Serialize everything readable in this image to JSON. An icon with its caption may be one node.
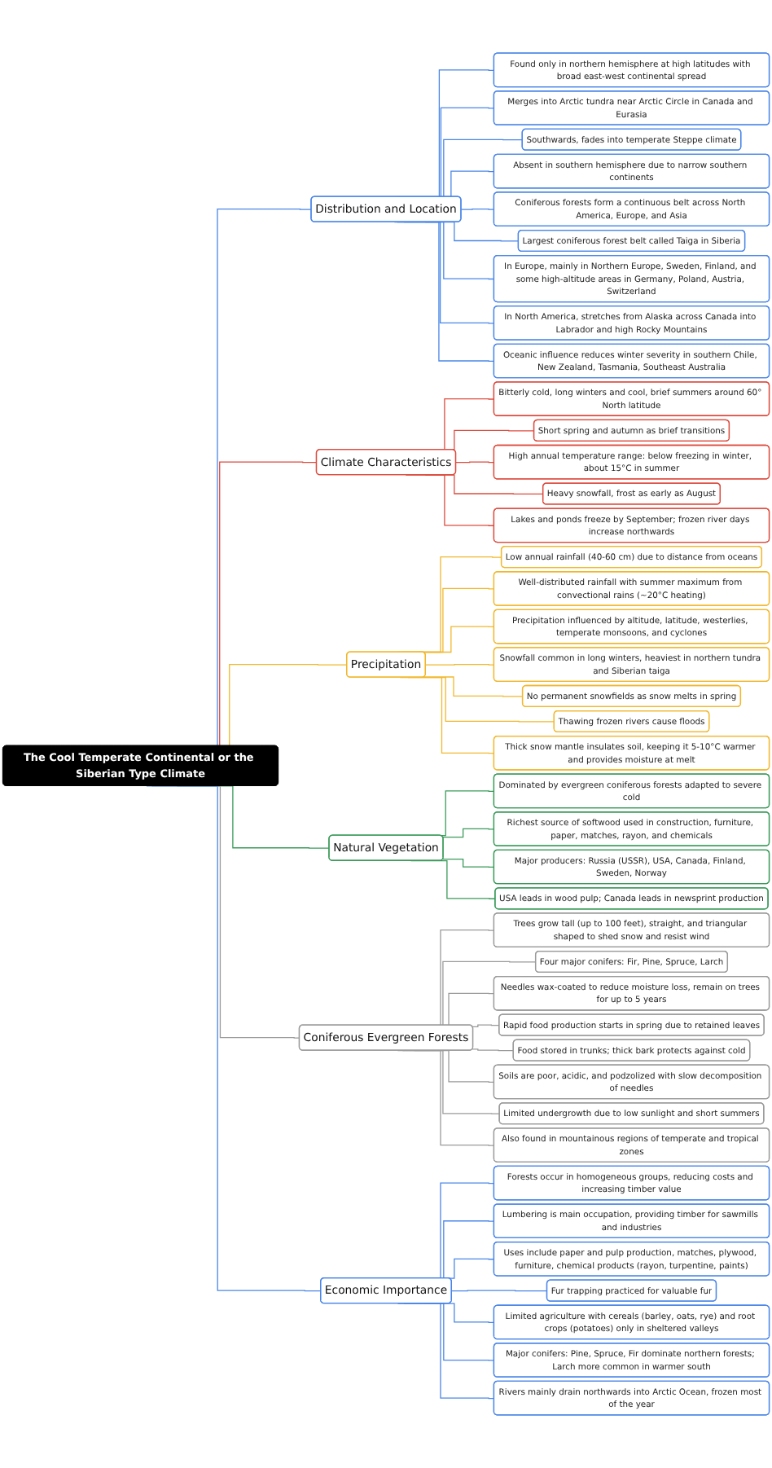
{
  "diagram": {
    "nodes": [
      {
        "text": [
          "The Cool Temperate Continental or the Siberian Type Climate"
        ]
      },
      {
        "text": [
          "Distribution and Location"
        ]
      },
      {
        "text": [
          "Found only in northern hemisphere at high latitudes with broad east-west continental spread"
        ]
      },
      {
        "text": [
          "Merges into Arctic tundra near Arctic Circle in Canada and Eurasia"
        ]
      },
      {
        "text": [
          "Southwards, fades into temperate Steppe climate"
        ]
      },
      {
        "text": [
          "Absent in southern hemisphere due to narrow southern continents"
        ]
      },
      {
        "text": [
          "Coniferous forests form a continuous belt across North America, Europe, and Asia"
        ]
      },
      {
        "text": [
          "Largest coniferous forest belt called Taiga in Siberia"
        ]
      },
      {
        "text": [
          "In Europe, mainly in Northern Europe, Sweden, Finland, and some high-altitude areas in Germany, Poland, Austria, Switzerland"
        ]
      },
      {
        "text": [
          "In North America, stretches from Alaska across Canada into Labrador and high Rocky Mountains"
        ]
      },
      {
        "text": [
          "Oceanic influence reduces winter severity in southern Chile, New Zealand, Tasmania, Southeast Australia"
        ]
      },
      {
        "text": [
          "Climate Characteristics"
        ]
      },
      {
        "text": [
          "Bitterly cold, long winters and cool, brief summers around 60° North latitude"
        ]
      },
      {
        "text": [
          "Short spring and autumn as brief transitions"
        ]
      },
      {
        "text": [
          "High annual temperature range: below freezing in winter, about 15°C in summer"
        ]
      },
      {
        "text": [
          "Heavy snowfall, frost as early as August"
        ]
      },
      {
        "text": [
          "Lakes and ponds freeze by September; frozen river days increase northwards"
        ]
      },
      {
        "text": [
          "Precipitation"
        ]
      },
      {
        "text": [
          "Low annual rainfall (40-60 cm) due to distance from oceans"
        ]
      },
      {
        "text": [
          "Well-distributed rainfall with summer maximum from convectional rains (~20°C heating)"
        ]
      },
      {
        "text": [
          "Precipitation influenced by altitude, latitude, westerlies, temperate monsoons, and cyclones"
        ]
      },
      {
        "text": [
          "Snowfall common in long winters, heaviest in northern tundra and Siberian taiga"
        ]
      },
      {
        "text": [
          "No permanent snowfields as snow melts in spring"
        ]
      },
      {
        "text": [
          "Thawing frozen rivers cause floods"
        ]
      },
      {
        "text": [
          "Thick snow mantle insulates soil, keeping it 5-10°C warmer and provides moisture at melt"
        ]
      },
      {
        "text": [
          "Natural Vegetation"
        ]
      },
      {
        "text": [
          "Dominated by evergreen coniferous forests adapted to severe cold"
        ]
      },
      {
        "text": [
          "Richest source of softwood used in construction, furniture, paper, matches, rayon, and chemicals"
        ]
      },
      {
        "text": [
          "Major producers: Russia (USSR), USA, Canada, Finland, Sweden, Norway"
        ]
      },
      {
        "text": [
          "USA leads in wood pulp; Canada leads in newsprint production"
        ]
      },
      {
        "text": [
          "Coniferous Evergreen Forests"
        ]
      },
      {
        "text": [
          "Trees grow tall (up to 100 feet), straight, and triangular shaped to shed snow and resist wind"
        ]
      },
      {
        "text": [
          "Four major conifers: Fir, Pine, Spruce, Larch"
        ]
      },
      {
        "text": [
          "Needles wax-coated to reduce moisture loss, remain on trees for up to 5 years"
        ]
      },
      {
        "text": [
          "Rapid food production starts in spring due to retained leaves"
        ]
      },
      {
        "text": [
          "Food stored in trunks; thick bark protects against cold"
        ]
      },
      {
        "text": [
          "Soils are poor, acidic, and podzolized with slow decomposition of needles"
        ]
      },
      {
        "text": [
          "Limited undergrowth due to low sunlight and short summers"
        ]
      },
      {
        "text": [
          "Also found in mountainous regions of temperate and tropical zones"
        ]
      },
      {
        "text": [
          "Economic Importance"
        ]
      },
      {
        "text": [
          "Forests occur in homogeneous groups, reducing costs and increasing timber value"
        ]
      },
      {
        "text": [
          "Lumbering is main occupation, providing timber for sawmills and industries"
        ]
      },
      {
        "text": [
          "Uses include paper and pulp production, matches, plywood, furniture, chemical products (rayon, turpentine, paints)"
        ]
      },
      {
        "text": [
          "Fur trapping practiced for valuable fur"
        ]
      },
      {
        "text": [
          "Limited agriculture with cereals (barley, oats, rye) and root crops (potatoes) only in sheltered valleys"
        ]
      },
      {
        "text": [
          "Major conifers: Pine, Spruce, Fir dominate northern forests; Larch more common in warmer south"
        ]
      },
      {
        "text": [
          "Rivers mainly drain northwards into Arctic Ocean, frozen most of the year"
        ]
      }
    ],
    "edges": [
      {
        "from": 0,
        "to": 1,
        "arrow": "none",
        "color": "#4a86e8"
      },
      {
        "from": 0,
        "to": 11,
        "arrow": "none",
        "color": "#dd4b3e"
      },
      {
        "from": 0,
        "to": 17,
        "arrow": "none",
        "color": "#f1b82d"
      },
      {
        "from": 0,
        "to": 25,
        "arrow": "none",
        "color": "#3a9a5a"
      },
      {
        "from": 0,
        "to": 30,
        "arrow": "none",
        "color": "#9a9a9a"
      },
      {
        "from": 0,
        "to": 39,
        "arrow": "none",
        "color": "#4a86e8"
      },
      {
        "from": 1,
        "to": 2,
        "arrow": "none",
        "color": "#4a86e8"
      },
      {
        "from": 1,
        "to": 3,
        "arrow": "none",
        "color": "#4a86e8"
      },
      {
        "from": 1,
        "to": 4,
        "arrow": "none",
        "color": "#4a86e8"
      },
      {
        "from": 1,
        "to": 5,
        "arrow": "none",
        "color": "#4a86e8"
      },
      {
        "from": 1,
        "to": 6,
        "arrow": "none",
        "color": "#4a86e8"
      },
      {
        "from": 1,
        "to": 7,
        "arrow": "none",
        "color": "#4a86e8"
      },
      {
        "from": 1,
        "to": 8,
        "arrow": "none",
        "color": "#4a86e8"
      },
      {
        "from": 1,
        "to": 9,
        "arrow": "none",
        "color": "#4a86e8"
      },
      {
        "from": 1,
        "to": 10,
        "arrow": "none",
        "color": "#4a86e8"
      },
      {
        "from": 11,
        "to": 12,
        "arrow": "none",
        "color": "#dd4b3e"
      },
      {
        "from": 11,
        "to": 13,
        "arrow": "none",
        "color": "#dd4b3e"
      },
      {
        "from": 11,
        "to": 14,
        "arrow": "none",
        "color": "#dd4b3e"
      },
      {
        "from": 11,
        "to": 15,
        "arrow": "none",
        "color": "#dd4b3e"
      },
      {
        "from": 11,
        "to": 16,
        "arrow": "none",
        "color": "#dd4b3e"
      },
      {
        "from": 17,
        "to": 18,
        "arrow": "none",
        "color": "#f1b82d"
      },
      {
        "from": 17,
        "to": 19,
        "arrow": "none",
        "color": "#f1b82d"
      },
      {
        "from": 17,
        "to": 20,
        "arrow": "none",
        "color": "#f1b82d"
      },
      {
        "from": 17,
        "to": 21,
        "arrow": "none",
        "color": "#f1b82d"
      },
      {
        "from": 17,
        "to": 22,
        "arrow": "none",
        "color": "#f1b82d"
      },
      {
        "from": 17,
        "to": 23,
        "arrow": "none",
        "color": "#f1b82d"
      },
      {
        "from": 17,
        "to": 24,
        "arrow": "none",
        "color": "#f1b82d"
      },
      {
        "from": 25,
        "to": 26,
        "arrow": "none",
        "color": "#3a9a5a"
      },
      {
        "from": 25,
        "to": 27,
        "arrow": "none",
        "color": "#3a9a5a"
      },
      {
        "from": 25,
        "to": 28,
        "arrow": "none",
        "color": "#3a9a5a"
      },
      {
        "from": 25,
        "to": 29,
        "arrow": "none",
        "color": "#3a9a5a"
      },
      {
        "from": 30,
        "to": 31,
        "arrow": "none",
        "color": "#9a9a9a"
      },
      {
        "from": 30,
        "to": 32,
        "arrow": "none",
        "color": "#9a9a9a"
      },
      {
        "from": 30,
        "to": 33,
        "arrow": "none",
        "color": "#9a9a9a"
      },
      {
        "from": 30,
        "to": 34,
        "arrow": "none",
        "color": "#9a9a9a"
      },
      {
        "from": 30,
        "to": 35,
        "arrow": "none",
        "color": "#9a9a9a"
      },
      {
        "from": 30,
        "to": 36,
        "arrow": "none",
        "color": "#9a9a9a"
      },
      {
        "from": 30,
        "to": 37,
        "arrow": "none",
        "color": "#9a9a9a"
      },
      {
        "from": 30,
        "to": 38,
        "arrow": "none",
        "color": "#9a9a9a"
      },
      {
        "from": 39,
        "to": 40,
        "arrow": "none",
        "color": "#4a86e8"
      },
      {
        "from": 39,
        "to": 41,
        "arrow": "none",
        "color": "#4a86e8"
      },
      {
        "from": 39,
        "to": 42,
        "arrow": "none",
        "color": "#4a86e8"
      },
      {
        "from": 39,
        "to": 43,
        "arrow": "none",
        "color": "#4a86e8"
      },
      {
        "from": 39,
        "to": 44,
        "arrow": "none",
        "color": "#4a86e8"
      },
      {
        "from": 39,
        "to": 45,
        "arrow": "none",
        "color": "#4a86e8"
      },
      {
        "from": 39,
        "to": 46,
        "arrow": "none",
        "color": "#4a86e8"
      }
    ]
  }
}
